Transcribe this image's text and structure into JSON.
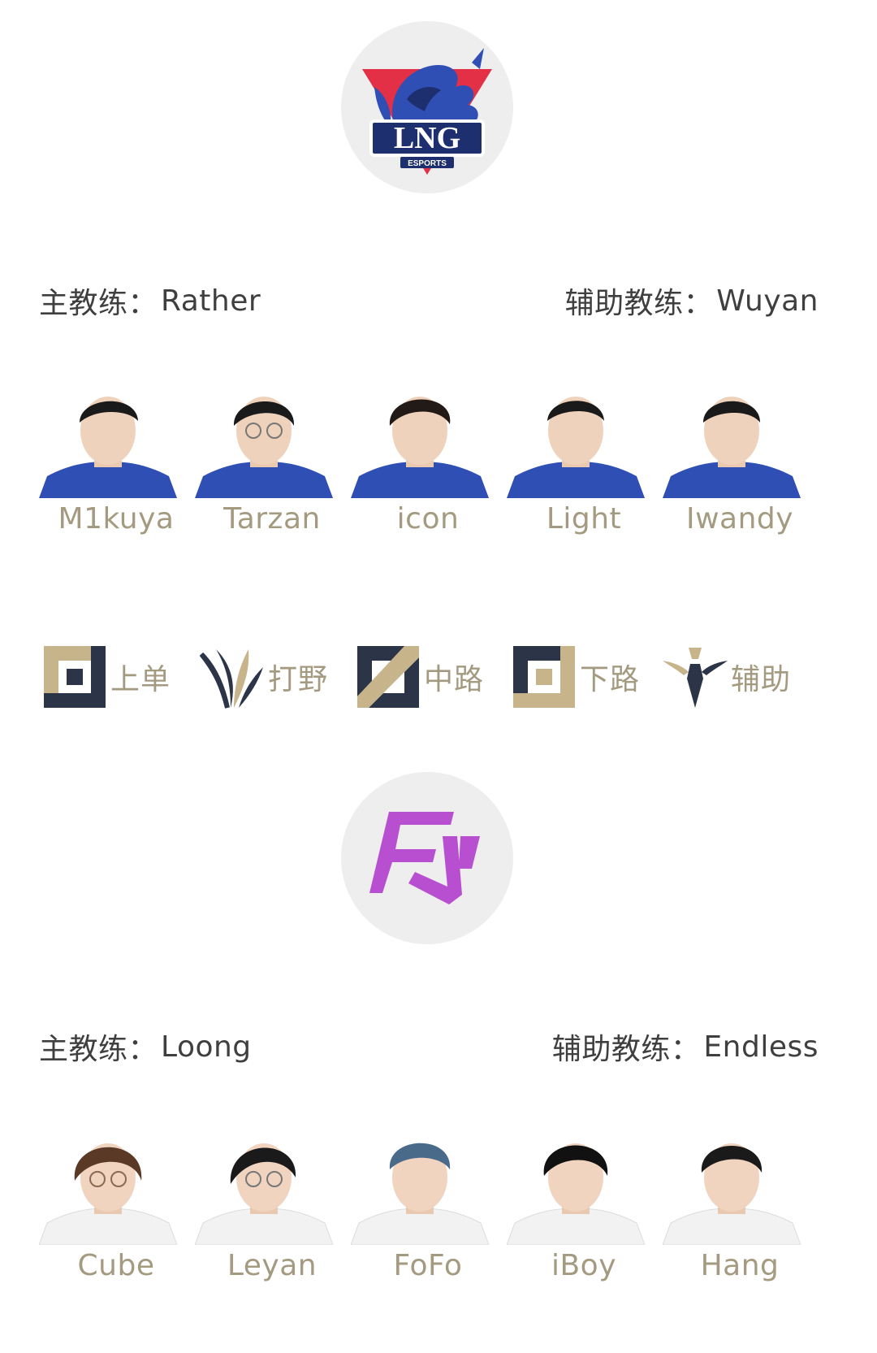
{
  "teams": [
    {
      "logo_icon": "lng-esports-logo",
      "logo_text": "LNG",
      "logo_subtext": "ESPORTS",
      "head_coach_label": "主教练：",
      "head_coach": "Rather",
      "assistant_coach_label": "辅助教练：",
      "assistant_coach": "Wuyan",
      "jersey_color": "#2f4fb5",
      "players": [
        "M1kuya",
        "Tarzan",
        "icon",
        "Light",
        "Iwandy"
      ]
    },
    {
      "logo_icon": "fpx-logo",
      "logo_accent": "#b74fd0",
      "head_coach_label": "主教练：",
      "head_coach": "Loong",
      "assistant_coach_label": "辅助教练：",
      "assistant_coach": "Endless",
      "jersey_color": "#f2f2f2",
      "players": [
        "Cube",
        "Leyan",
        "FoFo",
        "iBoy",
        "Hang"
      ]
    }
  ],
  "roles": [
    {
      "icon": "top-lane-icon",
      "label": "上单"
    },
    {
      "icon": "jungle-icon",
      "label": "打野"
    },
    {
      "icon": "mid-lane-icon",
      "label": "中路"
    },
    {
      "icon": "bot-lane-icon",
      "label": "下路"
    },
    {
      "icon": "support-icon",
      "label": "辅助"
    }
  ],
  "colors": {
    "name_gold": "#a39a80",
    "role_navy": "#2c3448",
    "role_gold": "#c7b48a",
    "coach_text": "#3f3f3f"
  }
}
